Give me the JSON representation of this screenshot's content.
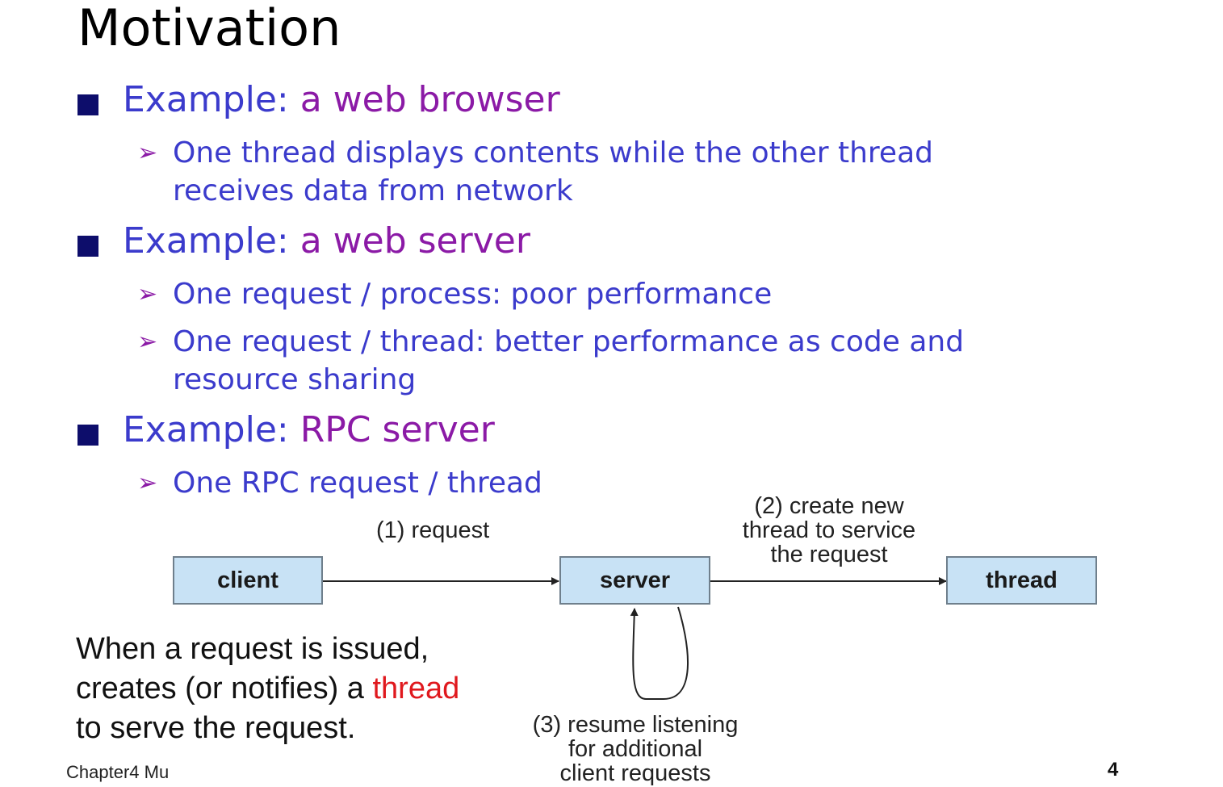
{
  "title": "Motivation",
  "bullets": [
    {
      "label": "Example: ",
      "highlight": "a web browser",
      "subs": [
        [
          "One thread displays contents while the other thread",
          "receives data from network"
        ]
      ]
    },
    {
      "label": "Example: ",
      "highlight": "a web server",
      "subs": [
        [
          "One request / process: poor performance"
        ],
        [
          "One request / thread: better performance as code and",
          "resource sharing"
        ]
      ]
    },
    {
      "label": "Example: ",
      "highlight": "RPC server",
      "subs": [
        [
          "One RPC request / thread"
        ]
      ]
    }
  ],
  "diagram": {
    "nodes": {
      "client": "client",
      "server": "server",
      "thread": "thread"
    },
    "label_request": "(1) request",
    "label_create": [
      "(2) create new",
      "thread to service",
      "the request"
    ],
    "label_resume": [
      "(3) resume listening",
      "for additional",
      "client requests"
    ]
  },
  "caption": {
    "line1": "When a request is issued,",
    "line2_pre": "creates (or notifies) a ",
    "line2_red": "thread",
    "line3": "to serve the request."
  },
  "footer": {
    "chapter": "Chapter4 Mu",
    "page": "4"
  },
  "colors": {
    "label": "#3b3bcc",
    "highlight": "#8b1aa6",
    "bullet": "#0d0d6b",
    "box_fill": "#c8e2f5",
    "caption_red": "#e0191e"
  }
}
